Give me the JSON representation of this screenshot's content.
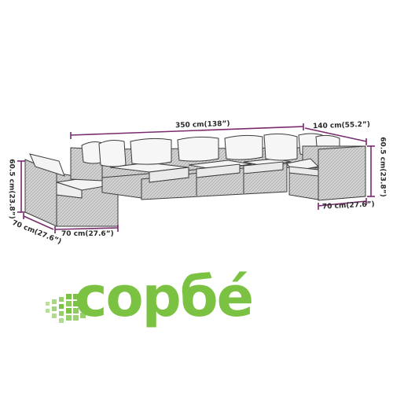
{
  "diagram": {
    "dimensions": {
      "total_length": "350 cm(138”)",
      "corner_depth": "140 cm(55.2”)",
      "height_right": "60.5 cm(23.8”)",
      "module_width_right": "70 cm(27.6”)",
      "height_left": "60.5 cm(23.8”)",
      "module_depth_left": "70 cm(27.6”)",
      "module_width_left": "70 cm(27.6”)"
    },
    "colors": {
      "dimension_line": "#7a2a6e",
      "furniture_stroke": "#3c3c3c",
      "rattan_fill": "#d4d4d4",
      "cushion_fill": "#f4f4f4"
    }
  },
  "brand": {
    "wordmark": "сорбе́",
    "color": "#7cc242",
    "icon": "pixel-dots-logo"
  }
}
